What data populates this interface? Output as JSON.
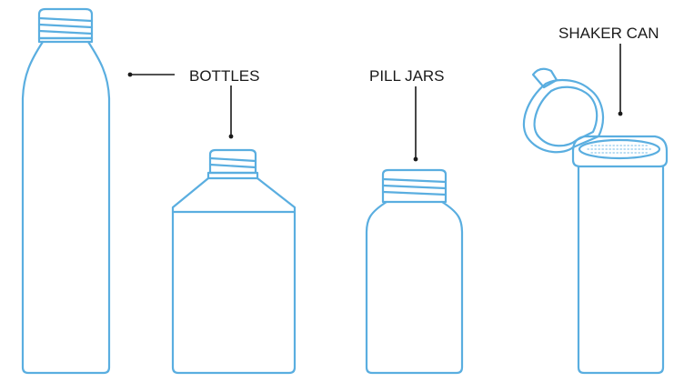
{
  "labels": {
    "bottles": "BOTTLES",
    "pill_jars": "PILL JARS",
    "shaker_can": "SHAKER CAN"
  },
  "colors": {
    "outline": "#5aaee0",
    "leader": "#1a1a1a",
    "background": "#ffffff"
  }
}
